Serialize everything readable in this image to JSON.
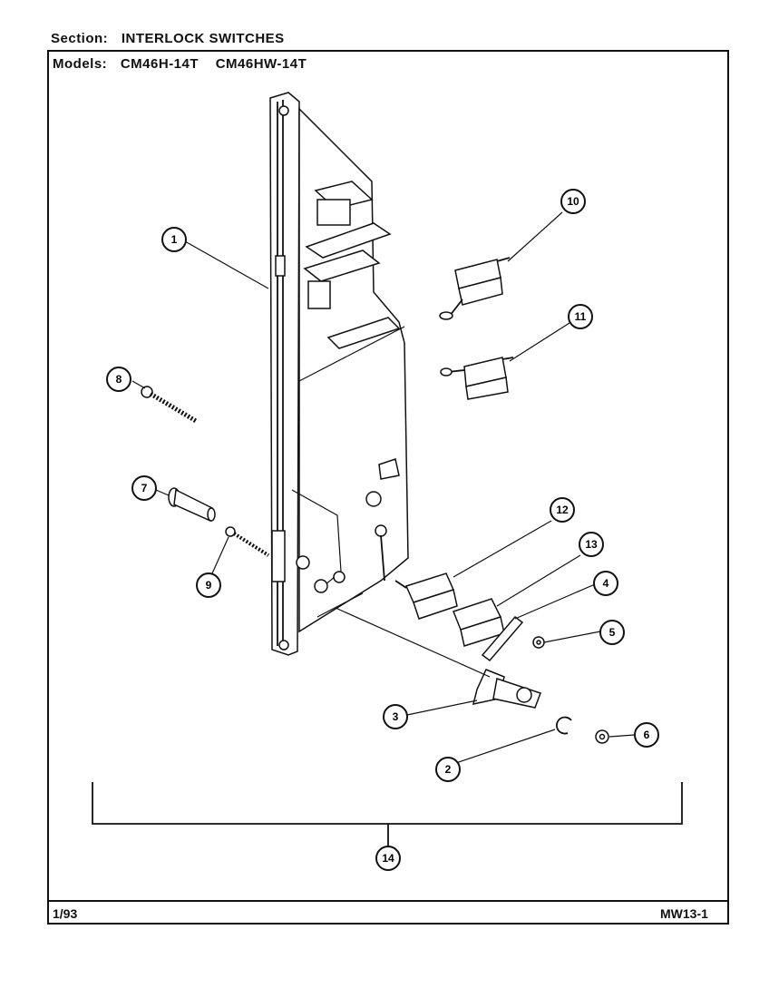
{
  "header": {
    "section_label": "Section:",
    "section_value": "INTERLOCK SWITCHES",
    "models_label": "Models:",
    "models": [
      "CM46H-14T",
      "CM46HW-14T"
    ]
  },
  "callouts": [
    "1",
    "2",
    "3",
    "4",
    "5",
    "6",
    "7",
    "8",
    "9",
    "10",
    "11",
    "12",
    "13",
    "14"
  ],
  "footer": {
    "date": "1/93",
    "code": "MW13-1"
  }
}
